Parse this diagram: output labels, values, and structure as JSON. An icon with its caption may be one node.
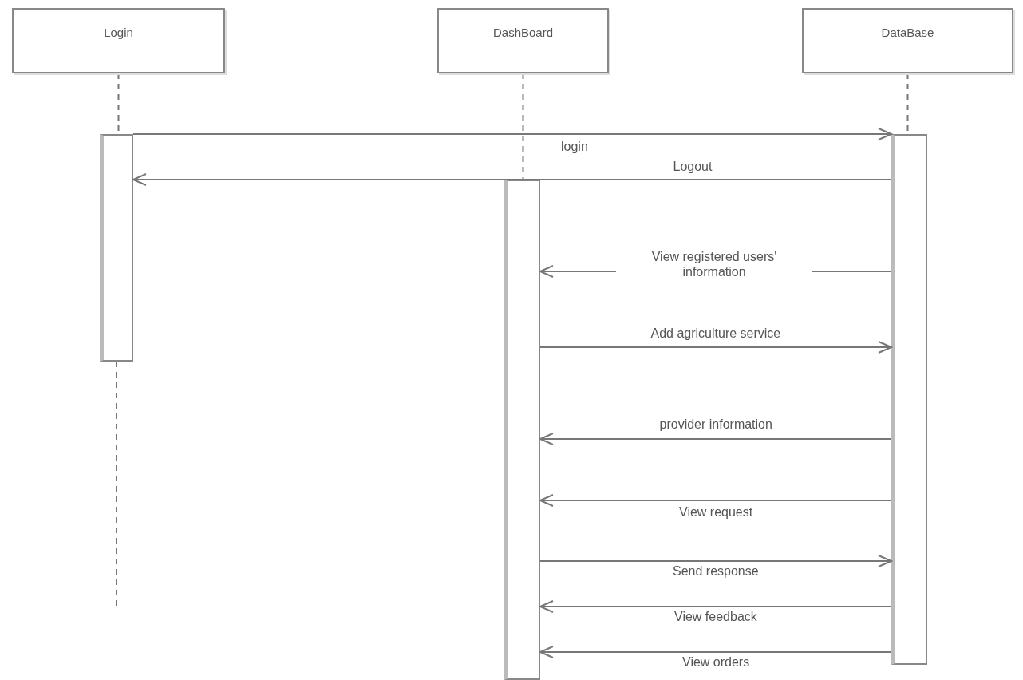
{
  "diagram": {
    "nodes": [
      {
        "text": [
          "Login"
        ]
      },
      {
        "text": [
          "DashBoard"
        ]
      },
      {
        "text": [
          "DataBase"
        ]
      },
      {
        "text": [],
        "shape": "bar"
      },
      {
        "text": [],
        "shape": "bar"
      },
      {
        "text": [],
        "shape": "bar"
      }
    ],
    "edges": [
      {
        "from": 3,
        "to": 5,
        "arrow": "to",
        "label": "login"
      },
      {
        "from": 5,
        "to": 3,
        "arrow": "to",
        "label": "Logout"
      },
      {
        "from": 5,
        "to": 4,
        "arrow": "to",
        "label": "View registered users' information"
      },
      {
        "from": 4,
        "to": 5,
        "arrow": "to",
        "label": "Add agriculture service"
      },
      {
        "from": 5,
        "to": 4,
        "arrow": "to",
        "label": "provider information"
      },
      {
        "from": 5,
        "to": 4,
        "arrow": "to",
        "label": "View request"
      },
      {
        "from": 4,
        "to": 5,
        "arrow": "to",
        "label": "Send response"
      },
      {
        "from": 5,
        "to": 4,
        "arrow": "to",
        "label": "View feedback"
      },
      {
        "from": 5,
        "to": 4,
        "arrow": "to",
        "label": "View orders"
      },
      {
        "from": 0,
        "to": 3,
        "arrow": "none",
        "style": "dashed"
      },
      {
        "from": 1,
        "to": 4,
        "arrow": "none",
        "style": "dashed"
      },
      {
        "from": 2,
        "to": 5,
        "arrow": "none",
        "style": "dashed"
      },
      {
        "from": 3,
        "to": null,
        "arrow": "none",
        "style": "dashed"
      }
    ]
  }
}
